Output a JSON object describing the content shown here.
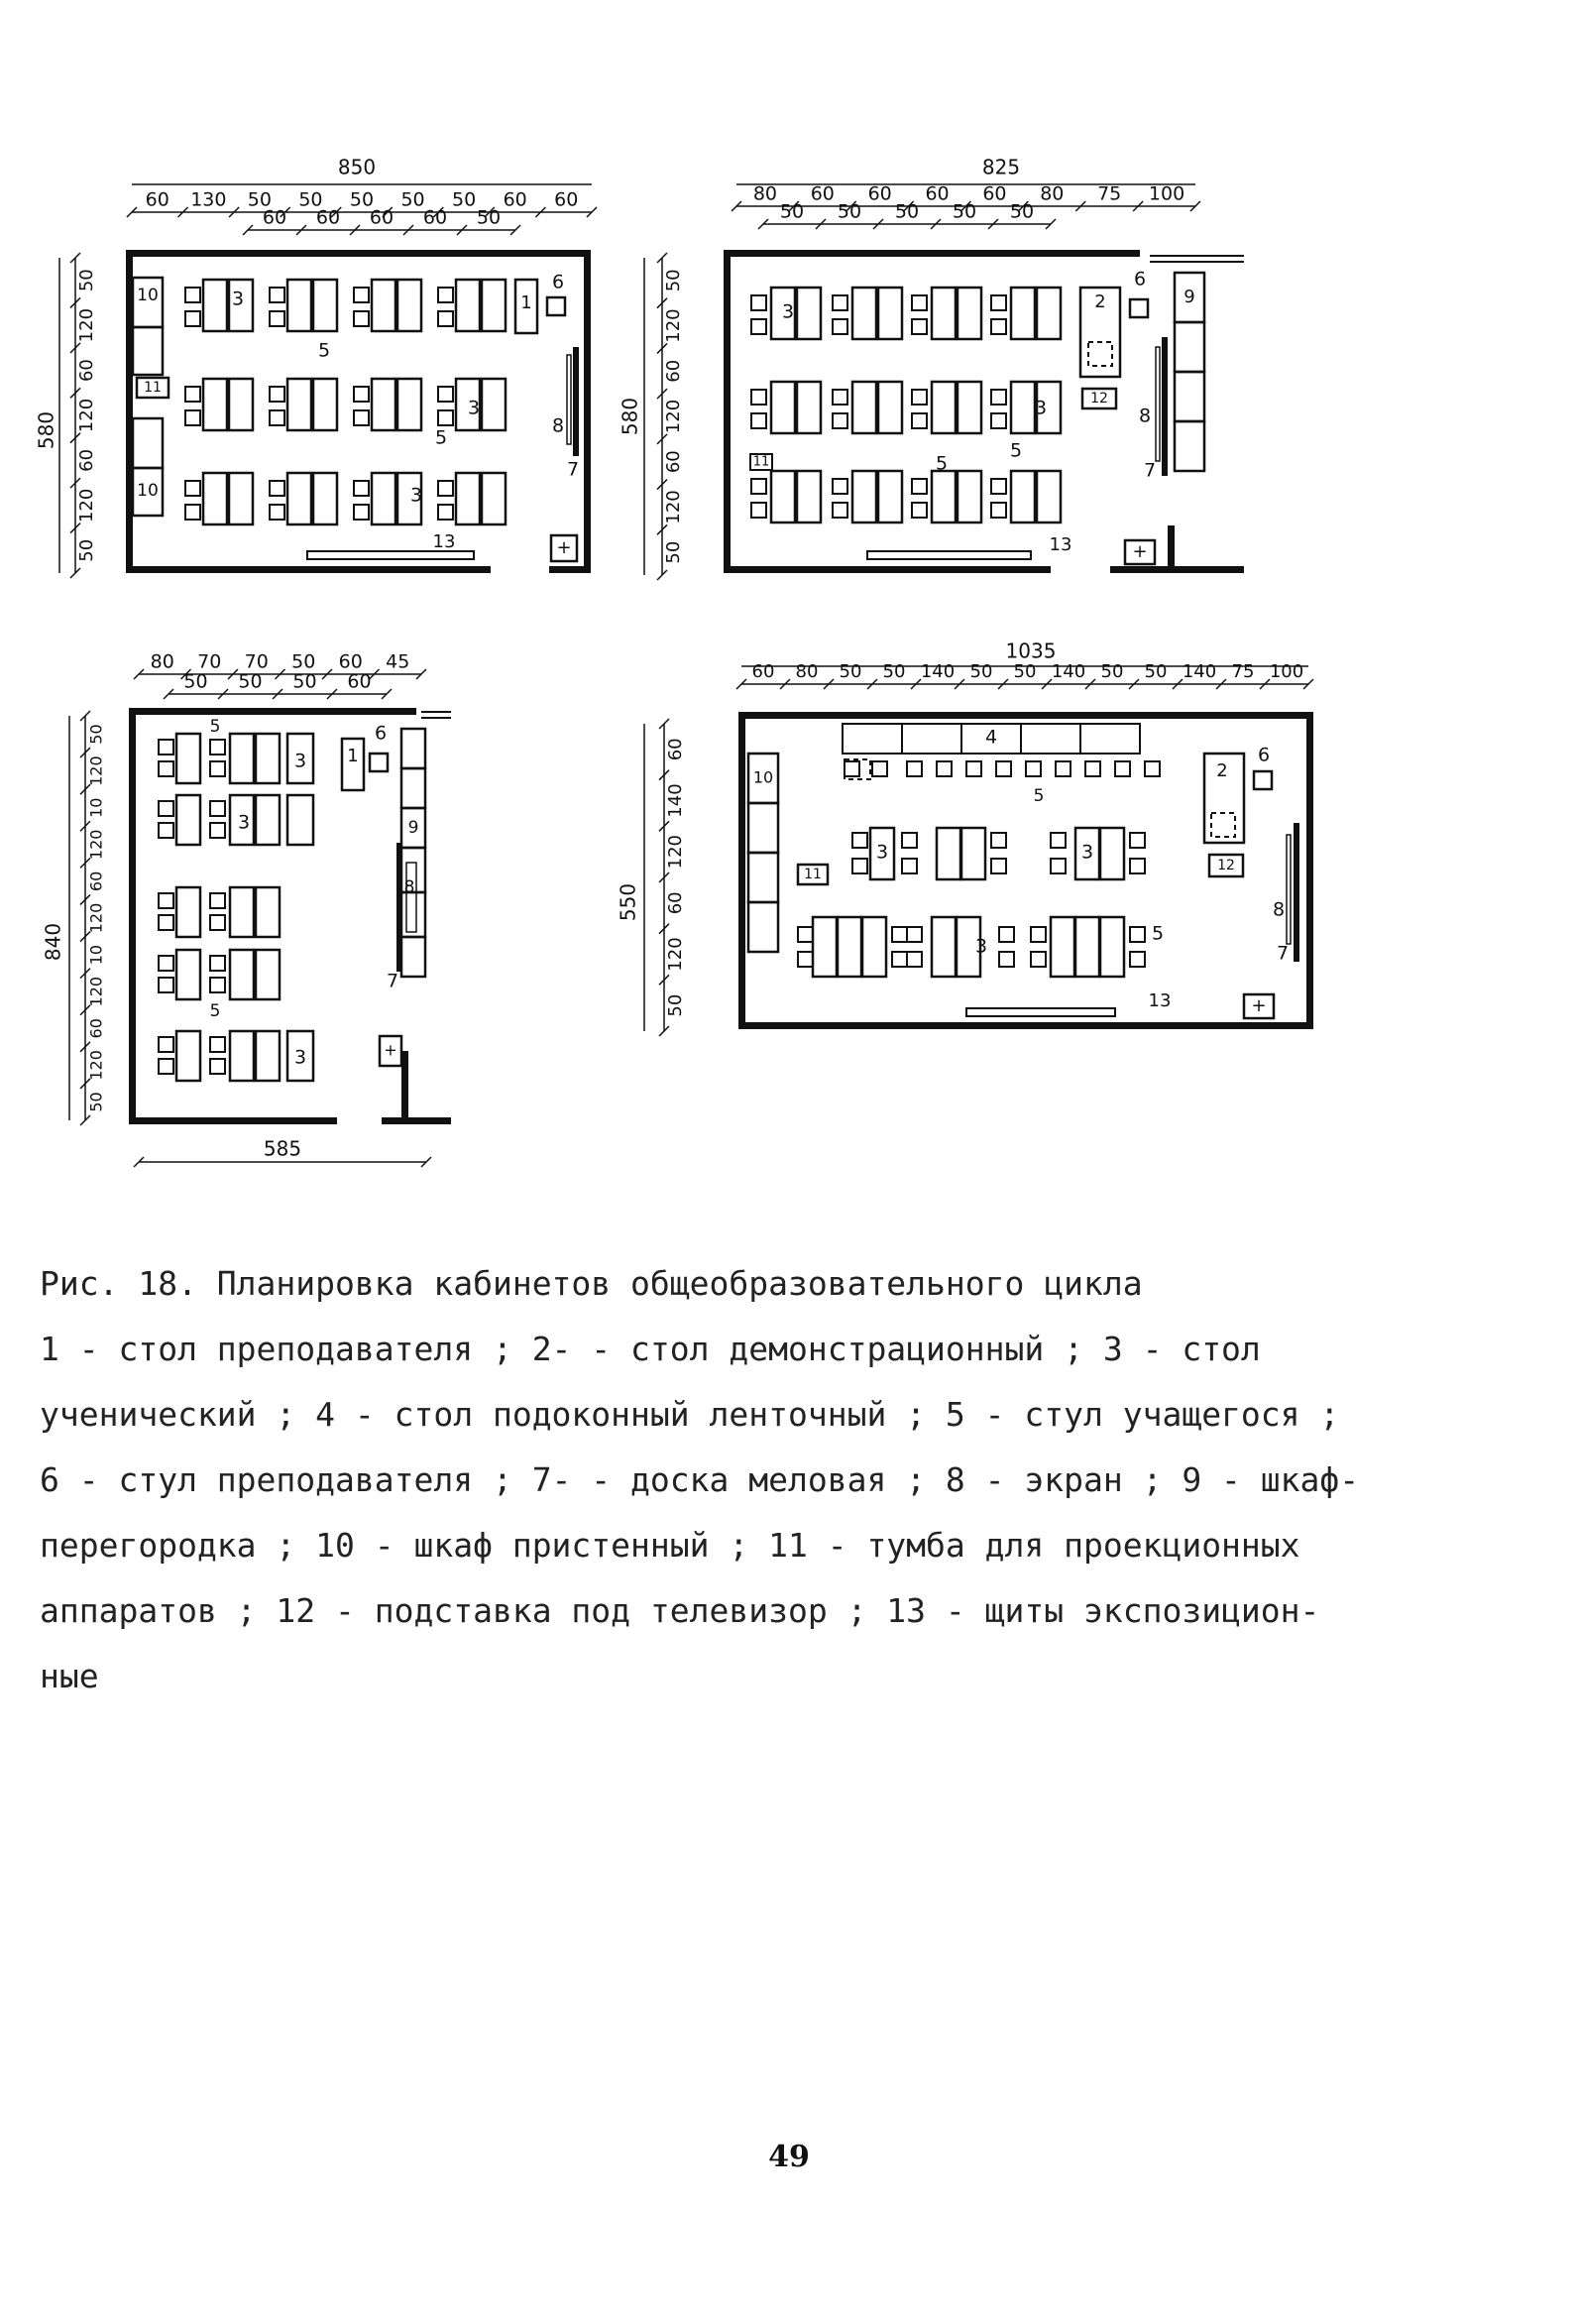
{
  "figure": {
    "plans": [
      {
        "top_total": "850",
        "top_row1": [
          "60",
          "130",
          "50",
          "50",
          "50",
          "50",
          "50",
          "60",
          "60"
        ],
        "top_row2": [
          "60",
          "60",
          "60",
          "60",
          "50"
        ],
        "left_total": "580",
        "left_dims": [
          "50",
          "120",
          "60",
          "120",
          "60",
          "120",
          "50"
        ]
      },
      {
        "top_total": "825",
        "top_row1": [
          "80",
          "60",
          "60",
          "60",
          "60",
          "80",
          "75",
          "100"
        ],
        "top_row2": [
          "50",
          "50",
          "50",
          "50",
          "50"
        ],
        "left_total": "580",
        "left_dims": [
          "50",
          "120",
          "60",
          "120",
          "60",
          "120",
          "50"
        ]
      },
      {
        "top_row1": [
          "80",
          "70",
          "70",
          "50",
          "60",
          "45"
        ],
        "top_row2": [
          "50",
          "50",
          "50",
          "60"
        ],
        "left_total": "840",
        "left_dims": [
          "50",
          "120",
          "10",
          "120",
          "60",
          "120",
          "10",
          "120",
          "60",
          "120",
          "50"
        ],
        "bottom_total": "585"
      },
      {
        "top_total": "1035",
        "top_row1": [
          "60",
          "80",
          "50",
          "50",
          "140",
          "50",
          "50",
          "140",
          "50",
          "50",
          "140",
          "75",
          "100"
        ],
        "left_total": "550",
        "left_dims": [
          "60",
          "140",
          "120",
          "60",
          "120",
          "50"
        ]
      }
    ]
  },
  "caption": {
    "lines": [
      "Рис. 18. Планировка кабинетов общеобразовательного цикла",
      "1 - стол преподавателя ; 2- - стол демонстрационный ; 3 - стол",
      "ученический ; 4 - стол подоконный ленточный ; 5 - стул учащегося ;",
      "6 - стул преподавателя ; 7- - доска меловая ; 8 - экран ; 9 - шкаф-",
      "перегородка ; 10 - шкаф пристенный ; 11 - тумба для проекционных",
      "аппаратов ; 12 - подставка под телевизор ; 13 - щиты экспозицион-",
      "ные"
    ]
  },
  "page_number": "49"
}
